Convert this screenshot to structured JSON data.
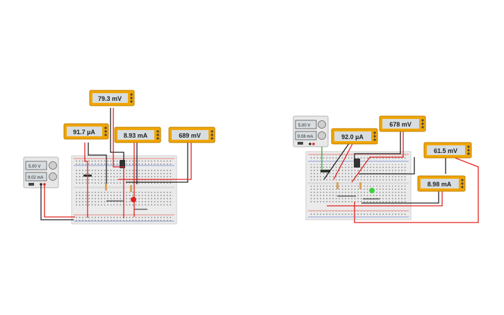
{
  "colors": {
    "meter_body": "#f0a500",
    "meter_screen": "#d7dde0",
    "breadboard": "#ebebeb",
    "wire_red": "#e0201c",
    "wire_black": "#222222",
    "wire_green": "#2fa82f",
    "led_red": "#e02020",
    "led_green": "#3dd23d",
    "resistor": "#d9a35a"
  },
  "circuit_left": {
    "supply": {
      "voltage": "5.00 V",
      "current": "9.02 mA"
    },
    "meters": {
      "top": "79.3 mV",
      "base_current": "91.7 µA",
      "collector_current": "8.93 mA",
      "right_voltage": "689 mV"
    },
    "led_color": "red"
  },
  "circuit_right": {
    "supply": {
      "voltage": "5.00 V",
      "current": "9.08 mA"
    },
    "meters": {
      "base_current": "92.0 µA",
      "top_voltage": "678 mV",
      "right_voltage": "61.5 mV",
      "collector_current": "8.98 mA"
    },
    "led_color": "green"
  }
}
